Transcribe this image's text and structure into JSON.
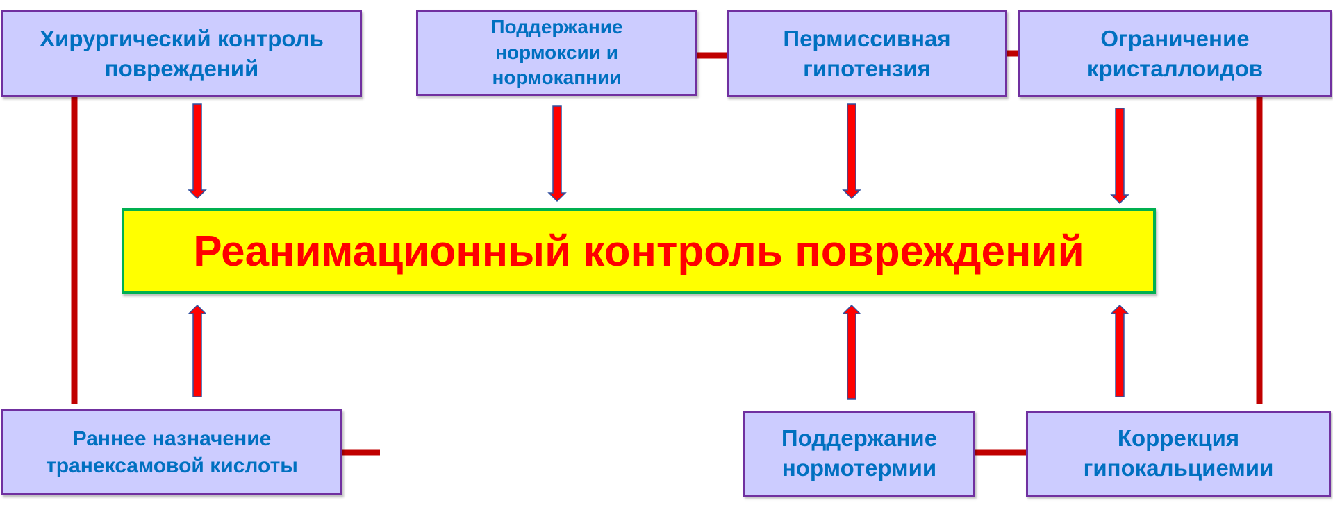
{
  "center": {
    "label": "Реанимационный контроль повреждений"
  },
  "boxes": {
    "surgical": "Хирургический контроль\nповреждений",
    "normoxia": "Поддержание\nнормоксии и\nнормокапнии",
    "hypotension": "Пермиссивная\nгипотензия",
    "crystalloids": "Ограничение\nкристаллоидов",
    "tranexamic": "Раннее назначение\nтранексамовой кислоты",
    "normothermia": "Поддержание\nнормотермии",
    "hypocalcemia": "Коррекция\nгипокальциемии"
  },
  "colors": {
    "box_fill": "#ccccff",
    "box_border": "#7030a0",
    "box_text": "#0070c0",
    "center_fill": "#ffff00",
    "center_border": "#00b050",
    "center_text": "#ff0000",
    "connector": "#c00000",
    "arrow_fill": "#ff0000",
    "arrow_outline": "#3050a0"
  }
}
